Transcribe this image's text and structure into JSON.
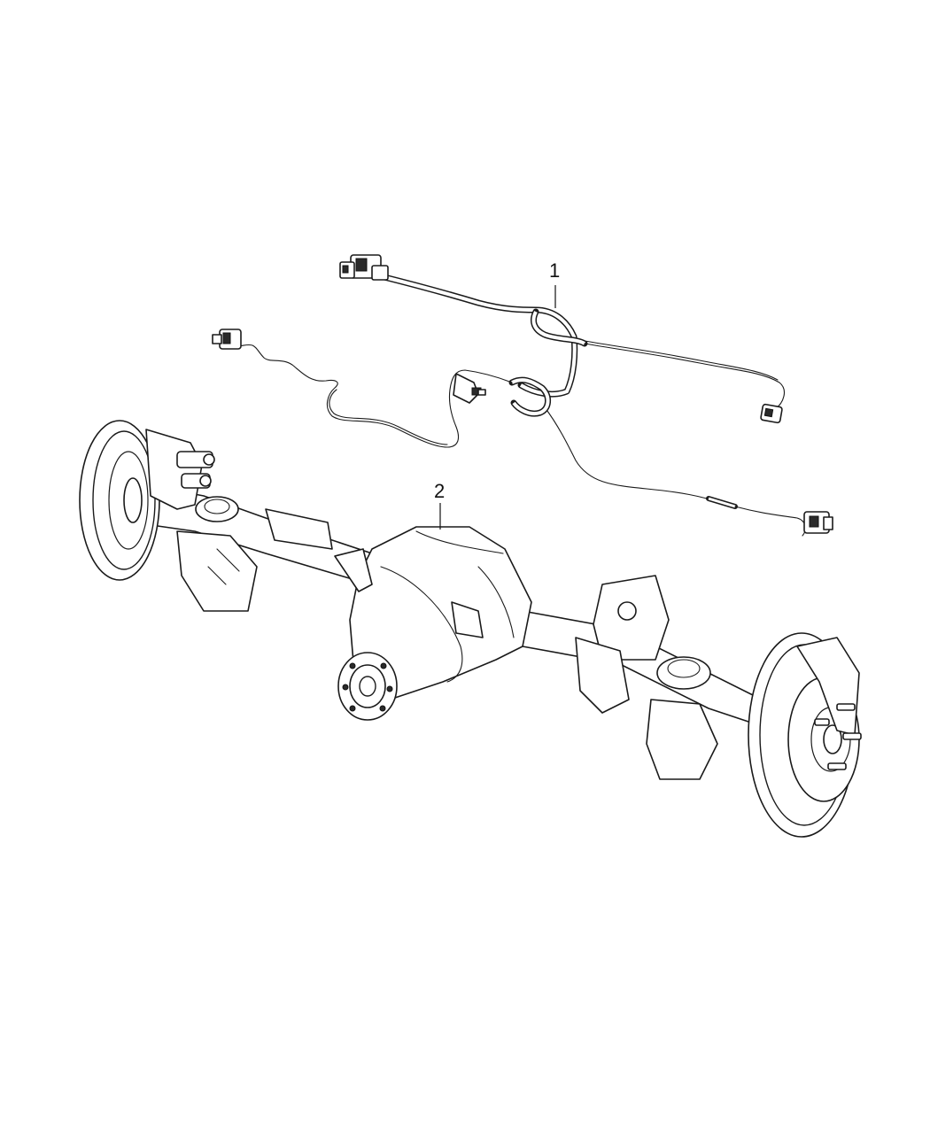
{
  "diagram": {
    "callouts": [
      {
        "id": "1",
        "label": "1",
        "part": "wiring-harness"
      },
      {
        "id": "2",
        "label": "2",
        "part": "rear-axle-assembly"
      }
    ],
    "colors": {
      "ink": "#1a1a1a",
      "background": "#ffffff"
    }
  }
}
